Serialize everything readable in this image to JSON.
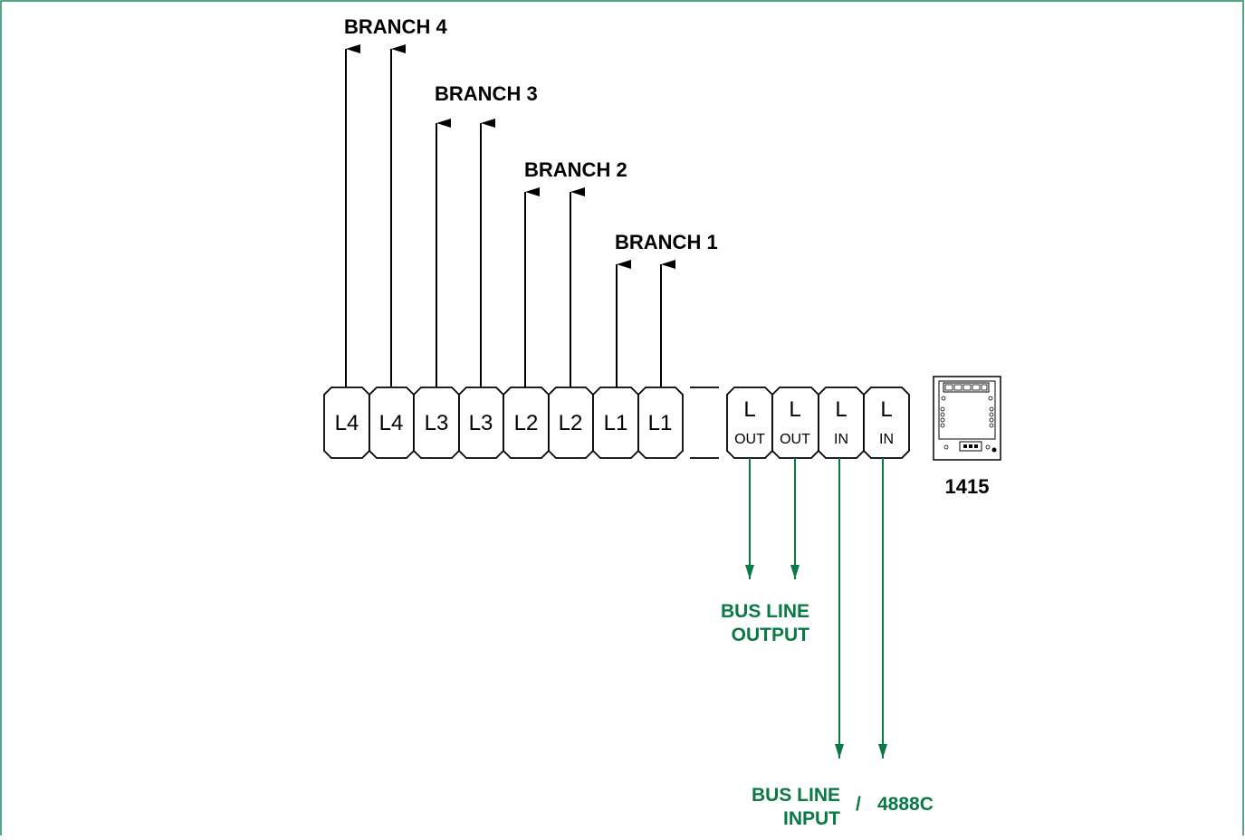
{
  "colors": {
    "frame": "#1a8a5a",
    "bus": "#0a7a45",
    "ink": "#000000"
  },
  "branches": [
    {
      "label": "BRANCH 4"
    },
    {
      "label": "BRANCH 3"
    },
    {
      "label": "BRANCH 2"
    },
    {
      "label": "BRANCH 1"
    }
  ],
  "left_terminals": [
    "L4",
    "L4",
    "L3",
    "L3",
    "L2",
    "L2",
    "L1",
    "L1"
  ],
  "right_terminals": [
    {
      "top": "L",
      "bottom": "OUT"
    },
    {
      "top": "L",
      "bottom": "OUT"
    },
    {
      "top": "L",
      "bottom": "IN"
    },
    {
      "top": "L",
      "bottom": "IN"
    }
  ],
  "device": {
    "model": "1415"
  },
  "bus_output": {
    "line1": "BUS LINE",
    "line2": "OUTPUT"
  },
  "bus_input": {
    "line1": "BUS LINE",
    "line2": "INPUT",
    "separator": "/",
    "device": "4888C"
  }
}
